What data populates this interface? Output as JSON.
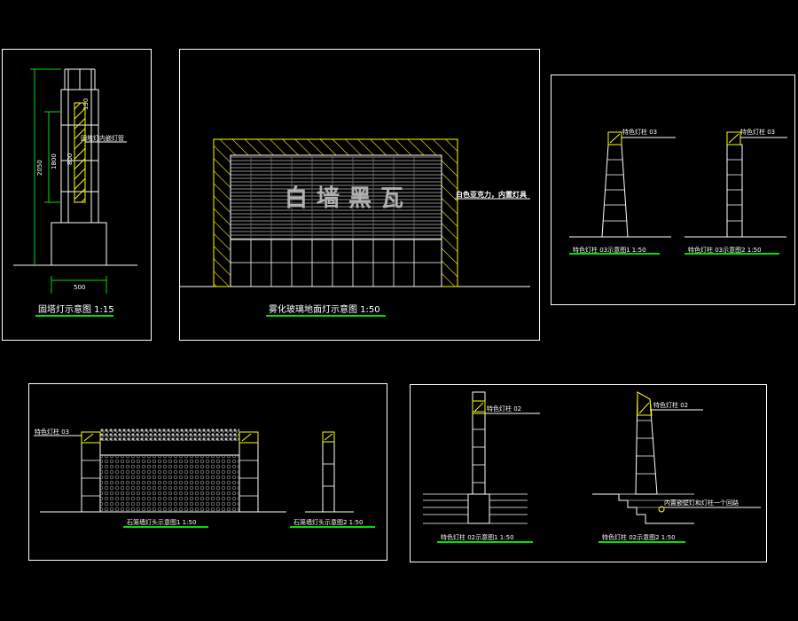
{
  "colors": {
    "background": "#000000",
    "line": "#ffffff",
    "accent_green": "#00e000",
    "accent_yellow": "#ffff00",
    "gray": "#8a8a8a"
  },
  "panel1": {
    "dim_total": "2050",
    "dim_light": "1800",
    "dim_inner": "800",
    "dim_top": "150",
    "dim_width": "500",
    "callout": "固塔灯内嵌灯管",
    "title": "固塔灯示意图 1:15"
  },
  "panel2": {
    "sign_text": "白墙黑瓦",
    "callout": "白色亚克力，内置灯具",
    "title": "雾化玻璃地面灯示意图 1:50"
  },
  "panel3": {
    "label_left": "特色灯柱 03",
    "label_right": "特色灯柱 03",
    "title_left": "特色灯柱 03示意图1 1:50",
    "title_right": "特色灯柱 03示意图2 1:50"
  },
  "panel4": {
    "label": "特色灯柱 03",
    "title_left": "石笼墙灯头示意图1 1:50",
    "title_right": "石笼墙灯头示意图2 1:50"
  },
  "panel5": {
    "label_left": "特色灯柱 02",
    "label_right": "特色灯柱 02",
    "callout": "内置嵌壁灯和灯柱一个回路",
    "title_left": "特色灯柱 02示意图1 1:50",
    "title_right": "特色灯柱 02示意图2 1:50"
  }
}
